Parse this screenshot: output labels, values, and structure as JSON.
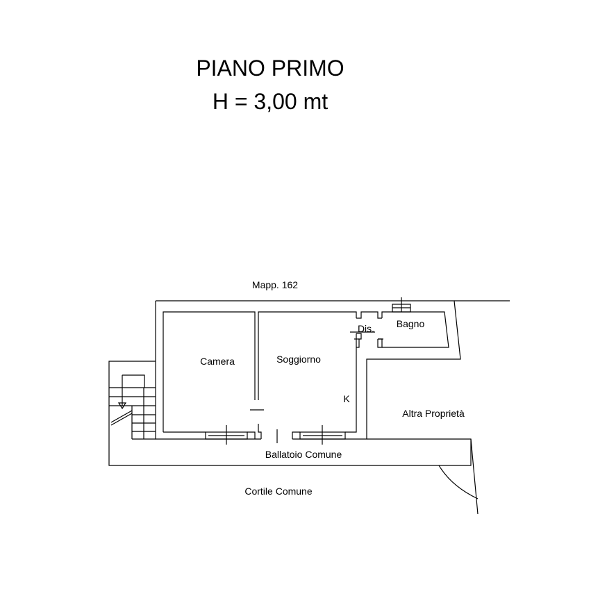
{
  "title": {
    "line1": "PIANO PRIMO",
    "line2": "H = 3,00 mt"
  },
  "labels": {
    "mapp": "Mapp. 162",
    "camera": "Camera",
    "soggiorno": "Soggiorno",
    "dis": "Dis.",
    "bagno": "Bagno",
    "k": "K",
    "altra": "Altra Proprietà",
    "ballatoio": "Ballatoio Comune",
    "cortile": "Cortile Comune"
  }
}
